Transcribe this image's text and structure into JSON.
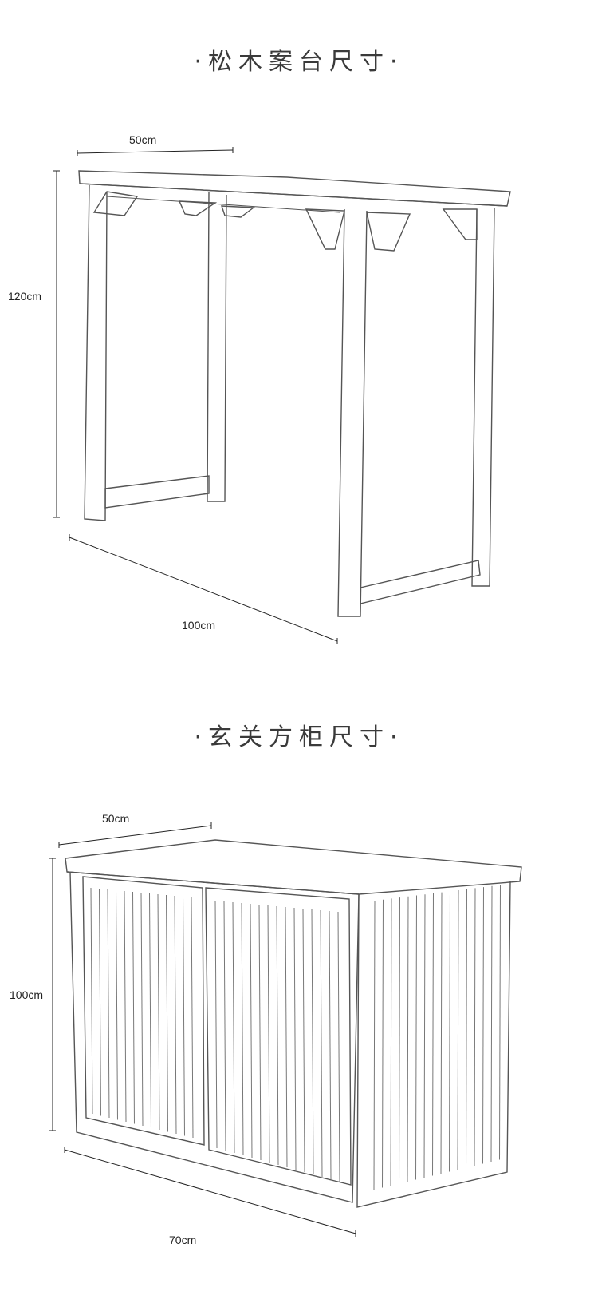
{
  "sections": [
    {
      "title": "·松木案台尺寸·",
      "product": "松木案台",
      "dimensions": {
        "depth": "50cm",
        "height": "120cm",
        "width": "100cm"
      }
    },
    {
      "title": "·玄关方柜尺寸·",
      "product": "玄关方柜",
      "dimensions": {
        "depth": "50cm",
        "height": "100cm",
        "width": "70cm"
      }
    }
  ]
}
